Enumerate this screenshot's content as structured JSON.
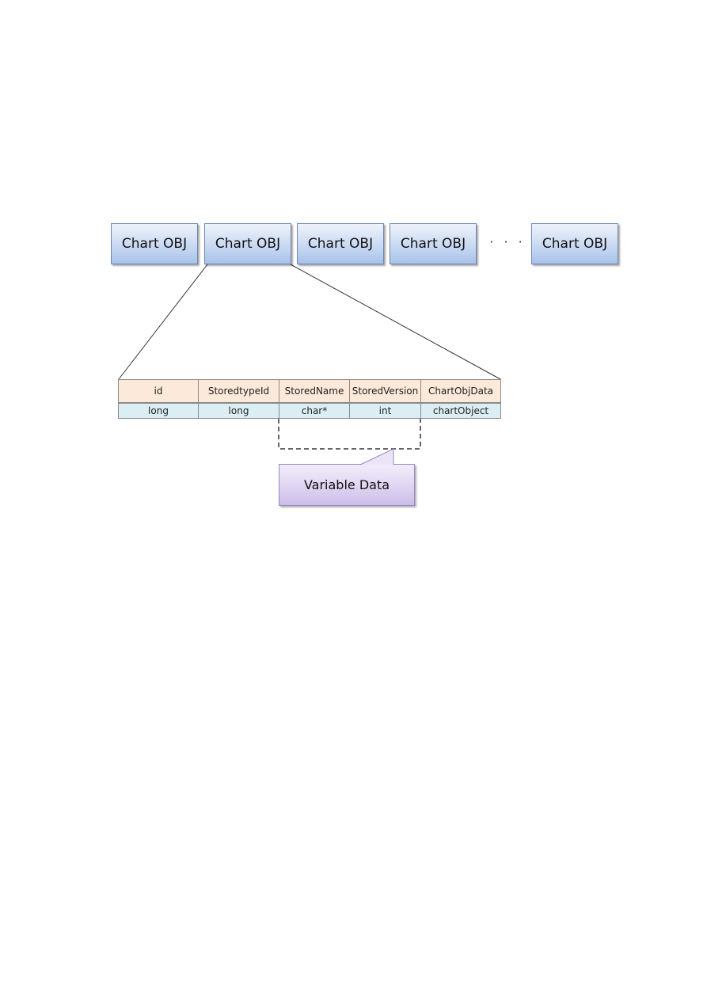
{
  "chart_objects": {
    "labels": [
      "Chart OBJ",
      "Chart OBJ",
      "Chart OBJ",
      "Chart OBJ",
      "Chart OBJ"
    ],
    "ellipsis": "· · ·",
    "fill_color": "#c9d9f2",
    "border_color": "#6d87b3"
  },
  "record_table": {
    "fields": [
      "id",
      "StoredtypeId",
      "StoredName",
      "StoredVersion",
      "ChartObjData"
    ],
    "types": [
      "long",
      "long",
      "char*",
      "int",
      "chartObject"
    ],
    "header_color": "#fde9d9",
    "type_row_color": "#dbeef4"
  },
  "callout": {
    "label": "Variable Data",
    "color": "#ddd2f1"
  }
}
